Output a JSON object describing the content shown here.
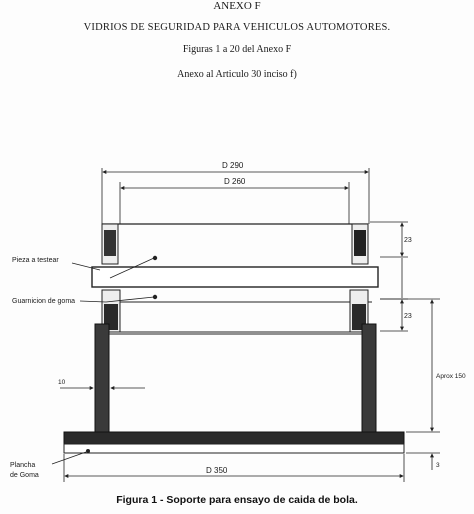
{
  "header": {
    "annex": "ANEXO F",
    "title": "VIDRIOS DE SEGURIDAD PARA VEHICULOS AUTOMOTORES.",
    "figures": "Figuras 1 a 20 del Anexo F",
    "article": "Anexo al Articulo 30 inciso f)"
  },
  "drawing": {
    "dim_outer": "D 290",
    "dim_inner": "D 260",
    "dim_top": "23",
    "dim_mid": "23",
    "dim_height": "Aprox 150",
    "dim_wall": "10",
    "dim_base": "D 350",
    "dim_plate": "3",
    "label_piece": "Pieza a testear",
    "label_gasket": "Guarnicion de goma",
    "label_plate_1": "Plancha",
    "label_plate_2": "de Goma"
  },
  "caption": "Figura 1 - Soporte para ensayo de caida de bola."
}
